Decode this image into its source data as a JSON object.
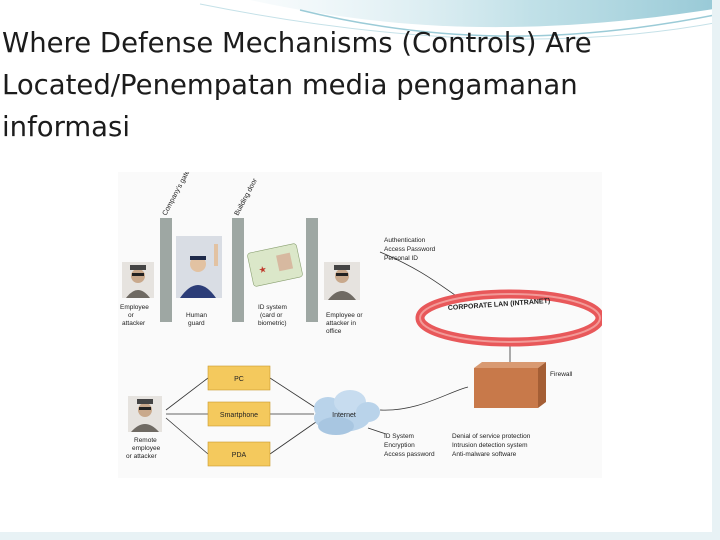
{
  "slide": {
    "title_lines": [
      "Where Defense Mechanisms (Controls) Are",
      "Located/Penempatan media pengamanan",
      "informasi"
    ]
  },
  "diagram": {
    "gates": {
      "company_gate": "Company's gate",
      "building_door": "Building door"
    },
    "actors": {
      "employee_attacker_left": [
        "Employee",
        "or",
        "attacker"
      ],
      "human_guard": [
        "Human",
        "guard"
      ],
      "id_system": [
        "ID system",
        "(card or",
        "biometric)"
      ],
      "employee_attacker_office": [
        "Employee or",
        "attacker in",
        "office"
      ],
      "remote": [
        "Remote",
        "employee",
        "or attacker"
      ]
    },
    "auth_list": [
      "Authentication",
      "Access Password",
      "Personal ID"
    ],
    "lan_label": "CORPORATE LAN (INTRANET)",
    "firewall_label": "Firewall",
    "devices": [
      "PC",
      "Smartphone",
      "PDA"
    ],
    "internet_label": "Internet",
    "bottom_left_list": [
      "ID System",
      "Encryption",
      "Access password"
    ],
    "bottom_right_list": [
      "Denial of service protection",
      "Intrusion detection system",
      "Anti-malware software"
    ],
    "colors": {
      "lan_ring": "#e8585a",
      "device_box": "#f4c95d",
      "firewall": "#c8794a",
      "cloud": "#b9d3ea",
      "gate_post": "#9ea7a3"
    }
  }
}
